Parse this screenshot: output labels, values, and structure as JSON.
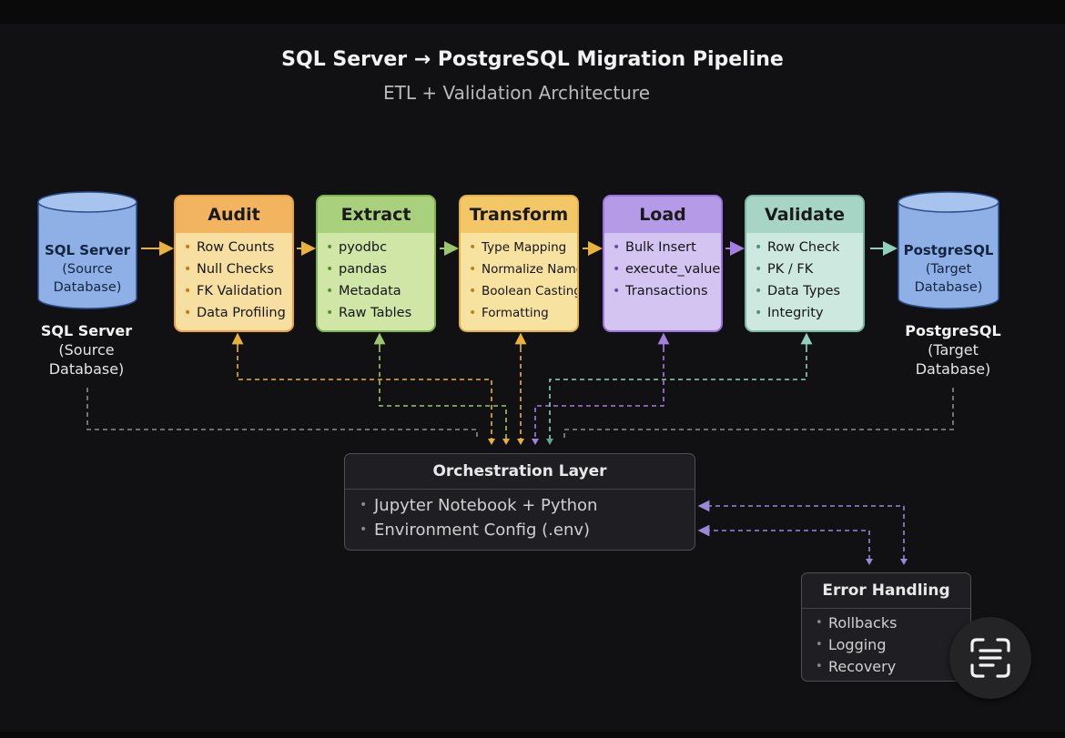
{
  "title": "SQL Server → PostgreSQL Migration Pipeline",
  "subtitle": "ETL + Validation Architecture",
  "source_db": {
    "name": "SQL Server",
    "line2": "(Source",
    "line3": "Database)",
    "color": "#8fb0e6"
  },
  "target_db": {
    "name": "PostgreSQL",
    "line2": "(Target",
    "line3": "Database)",
    "color": "#8fb0e6"
  },
  "stages": {
    "audit": {
      "title": "Audit",
      "items": [
        "Row Counts",
        "Null Checks",
        "FK Validation",
        "Data Profiling"
      ],
      "color": "#f2b45f"
    },
    "extract": {
      "title": "Extract",
      "items": [
        "pyodbc",
        "pandas",
        "Metadata",
        "Raw Tables"
      ],
      "color": "#a8d07d"
    },
    "transform": {
      "title": "Transform",
      "items": [
        "Type Mapping",
        "Normalize Names",
        "Boolean Casting",
        "Formatting"
      ],
      "color": "#f4c766"
    },
    "load": {
      "title": "Load",
      "items": [
        "Bulk Insert",
        "execute_values",
        "Transactions"
      ],
      "color": "#b59ae8"
    },
    "validate": {
      "title": "Validate",
      "items": [
        "Row Check",
        "PK / FK",
        "Data Types",
        "Integrity"
      ],
      "color": "#a6d4c5"
    }
  },
  "orchestration": {
    "title": "Orchestration Layer",
    "items": [
      "Jupyter Notebook + Python",
      "Environment Config (.env)"
    ]
  },
  "error_handling": {
    "title": "Error Handling",
    "items": [
      "Rollbacks",
      "Logging",
      "Recovery"
    ]
  },
  "scan_button_icon": "text-scan-icon"
}
